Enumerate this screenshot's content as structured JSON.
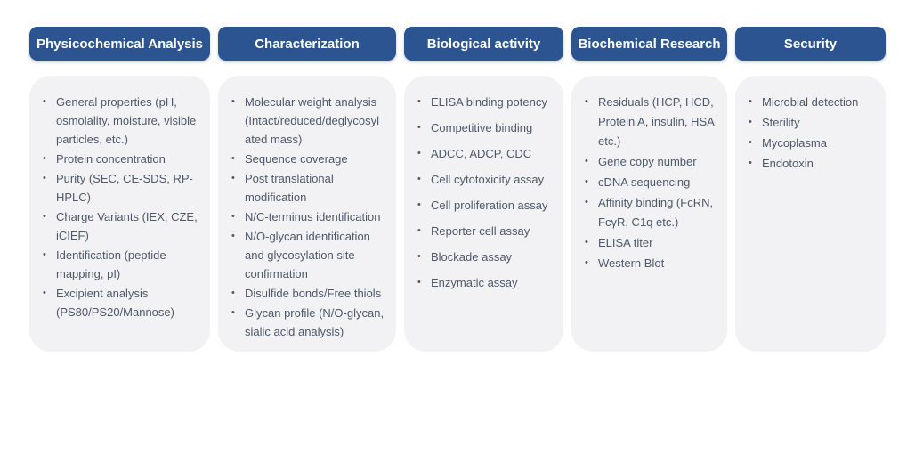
{
  "theme": {
    "header_bg": "#2b5491",
    "header_text": "#ffffff",
    "card_bg": "#f2f2f4",
    "item_text": "#4e5869",
    "page_bg": "#ffffff",
    "bullet": "•"
  },
  "columns": [
    {
      "id": "physicochemical-analysis",
      "header": "Physicochemical Analysis",
      "items": [
        "General properties (pH, osmolality, moisture, visible particles, etc.)",
        "Protein concentration",
        "Purity (SEC,  CE-SDS, RP-HPLC)",
        "Charge Variants (IEX, CZE, iCIEF)",
        "Identification (peptide mapping, pI)",
        "Excipient analysis (PS80/PS20/Mannose)"
      ]
    },
    {
      "id": "characterization",
      "header": "Characterization",
      "items": [
        "Molecular weight analysis (Intact/reduced/deglycosylated mass)",
        "Sequence coverage",
        "Post translational modification",
        "N/C-terminus identification",
        "N/O-glycan identification and glycosylation site confirmation",
        "Disulfide bonds/Free thiols",
        "Glycan profile (N/O-glycan, sialic acid analysis)"
      ]
    },
    {
      "id": "biological-activity",
      "header": "Biological activity",
      "items": [
        "ELISA binding potency",
        "Competitive binding",
        "ADCC, ADCP, CDC",
        "Cell cytotoxicity assay",
        "Cell proliferation assay",
        "Reporter cell assay",
        "Blockade assay",
        "Enzymatic assay"
      ]
    },
    {
      "id": "biochemical-research",
      "header": "Biochemical Research",
      "items": [
        "Residuals (HCP, HCD, Protein A, insulin, HSA etc.)",
        "Gene copy number",
        "cDNA sequencing",
        "Affinity binding (FcRN, FcγR, C1q etc.)",
        "ELISA titer",
        "Western Blot"
      ]
    },
    {
      "id": "security",
      "header": "Security",
      "items": [
        "Microbial detection",
        "Sterility",
        "Mycoplasma",
        "Endotoxin"
      ]
    }
  ]
}
